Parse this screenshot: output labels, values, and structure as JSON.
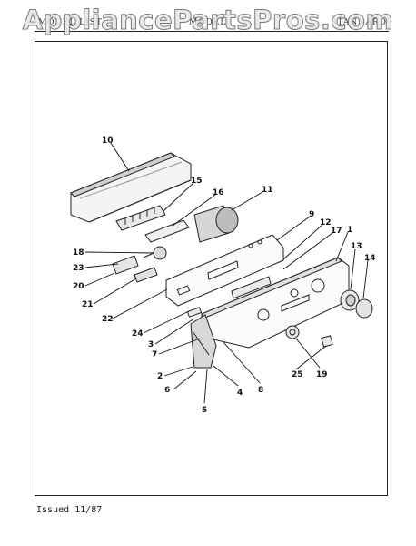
{
  "watermark": "AppliancePartsPros.com",
  "header": {
    "left": "MODEL LIST",
    "middle": "MODEL",
    "right": "STANDARD"
  },
  "footer": "Issued 11/87",
  "part_numbers": [
    "10",
    "15",
    "16",
    "11",
    "9",
    "12",
    "17",
    "1",
    "13",
    "14",
    "18",
    "23",
    "20",
    "21",
    "22",
    "24",
    "3",
    "7",
    "2",
    "6",
    "5",
    "4",
    "8",
    "25",
    "19"
  ]
}
